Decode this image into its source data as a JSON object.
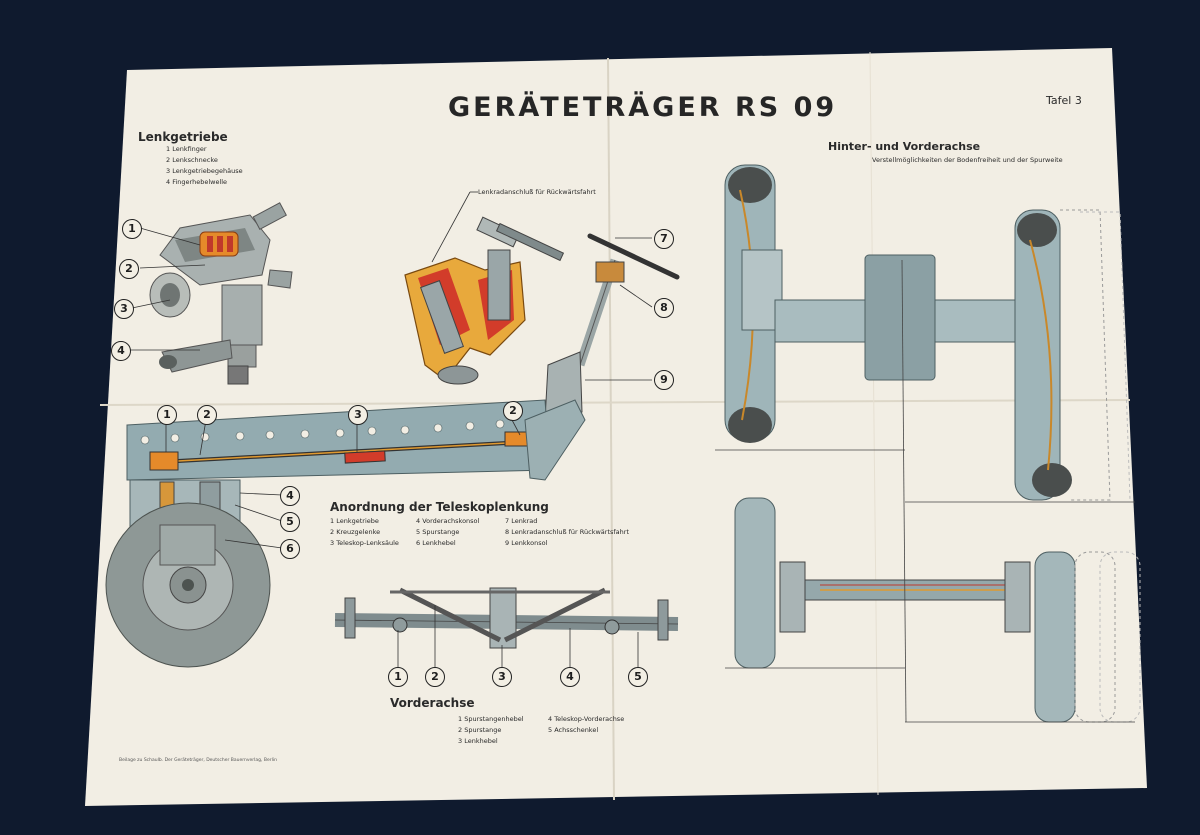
{
  "poster": {
    "title": "GERÄTETRÄGER RS 09",
    "plate": "Tafel 3",
    "footer": "Beilage zu Schaulb. Der Geräteträger, Deutscher Bauernverlag, Berlin",
    "paper_color": "#f2eee4",
    "accent_red": "#d0392a",
    "accent_orange": "#e5932d",
    "steel_blue": "#8ea6ad"
  },
  "steering_gear": {
    "heading": "Lenkgetriebe",
    "legend": [
      "1 Lenkfinger",
      "2 Lenkschnecke",
      "3 Lenkgetriebegehäuse",
      "4 Fingerhebelwelle"
    ],
    "callouts": [
      "1",
      "2",
      "3",
      "4"
    ]
  },
  "column": {
    "label": "Lenkradanschluß für Rückwärtsfahrt",
    "callouts": [
      "7",
      "8",
      "9"
    ]
  },
  "telescopic": {
    "heading": "Anordnung der Teleskoplenkung",
    "legend_col1": [
      "1 Lenkgetriebe",
      "2 Kreuzgelenke",
      "3 Teleskop-Lenksäule"
    ],
    "legend_col2": [
      "4 Vorderachskonsol",
      "5 Spurstange",
      "6 Lenkhebel"
    ],
    "legend_col3": [
      "7 Lenkrad",
      "8 Lenkradanschluß für Rückwärtsfahrt",
      "9 Lenkkonsol"
    ],
    "frame_callouts": [
      "1",
      "2",
      "3",
      "2"
    ],
    "side_callouts": [
      "4",
      "5",
      "6"
    ]
  },
  "front_axle": {
    "heading": "Vorderachse",
    "legend_col1": [
      "1 Spurstangenhebel",
      "2 Spurstange",
      "3 Lenkhebel"
    ],
    "legend_col2": [
      "4 Teleskop-Vorderachse",
      "5 Achsschenkel"
    ],
    "callouts": [
      "1",
      "2",
      "3",
      "4",
      "5"
    ]
  },
  "axles": {
    "heading": "Hinter- und Vorderachse",
    "subheading": "Verstellmöglichkeiten der Bodenfreiheit und der Spurweite"
  }
}
